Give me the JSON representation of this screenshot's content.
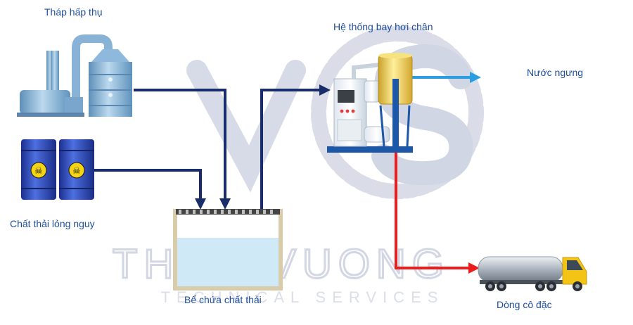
{
  "diagram": {
    "labels": {
      "absorber": "Tháp hấp thụ",
      "evaporator": "Hệ thống bay hơi chân",
      "condensate": "Nước ngưng",
      "hazardous_liquid": "Chất thải lỏng nguy",
      "storage_tank": "Bể chứa chất thải",
      "concentrate": "Dòng cô đặc"
    },
    "watermark": {
      "brand": "THINHVUONG",
      "tagline": "TECHNICAL SERVICES"
    },
    "colors": {
      "label_text": "#1f4e9c",
      "waste_line": "#1a2d6b",
      "condensate_line": "#2a9ee0",
      "concentrate_line": "#ee1c1c",
      "tank_water": "#cfe9f7",
      "watermark": "#d4d7e6"
    },
    "icons": [
      "scrubber-tower-icon",
      "hazard-barrel-icon",
      "evaporator-machine-icon",
      "tanker-truck-icon"
    ]
  }
}
